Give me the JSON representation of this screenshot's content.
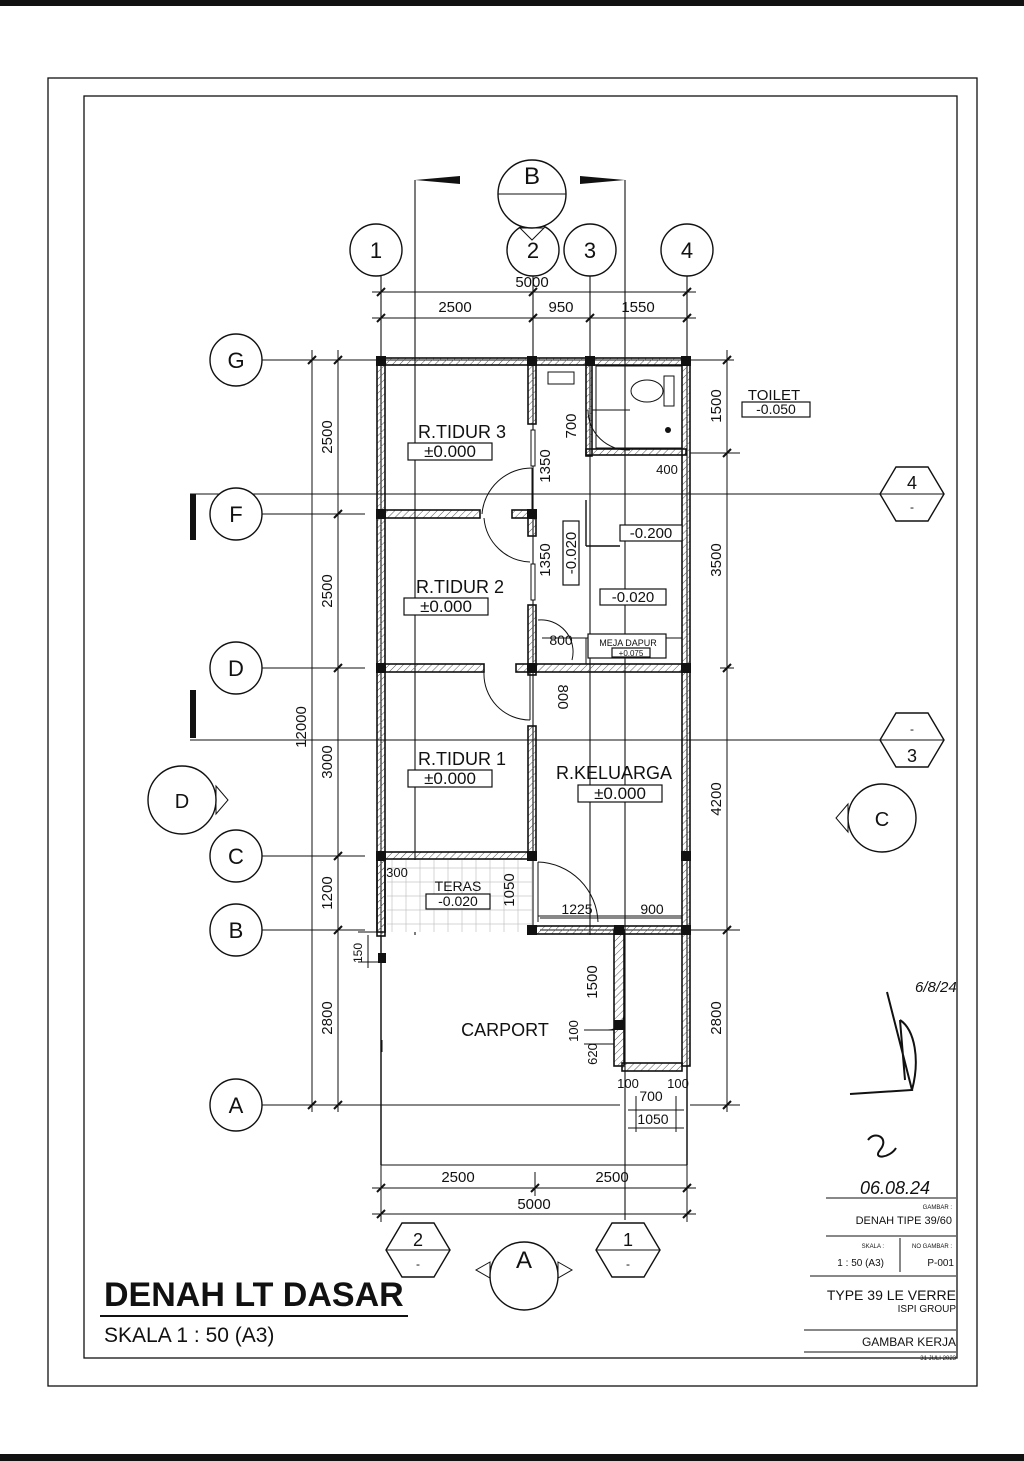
{
  "sheet": {
    "title": "DENAH LT DASAR",
    "scale": "SKALA  1 : 50 (A3)"
  },
  "grid": {
    "cols": [
      "1",
      "2",
      "3",
      "4"
    ],
    "rows": [
      "G",
      "F",
      "D",
      "C",
      "B",
      "A"
    ],
    "section_top": "B",
    "section_bottom": "A",
    "section_left": "D",
    "section_right": "C",
    "hex_right_upper": "4",
    "hex_right_lower": "3",
    "hex_bottom_left": "2",
    "hex_bottom_right": "1",
    "hex_dash": "-"
  },
  "dims": {
    "top_total": "5000",
    "top_a": "2500",
    "top_b": "950",
    "top_c": "1550",
    "left_total": "12000",
    "left_1": "2500",
    "left_2": "2500",
    "left_3": "3000",
    "left_4": "1200",
    "left_5": "2800",
    "right_1": "1500",
    "right_2": "3500",
    "right_3": "4200",
    "right_4": "2800",
    "bottom_a": "2500",
    "bottom_b": "2500",
    "bottom_total": "5000",
    "d_700": "700",
    "d_1350a": "1350",
    "d_1350b": "1350",
    "d_400": "400",
    "d_800a": "800",
    "d_800b": "800",
    "d_300": "300",
    "d_1050a": "1050",
    "d_1225": "1225",
    "d_900": "900",
    "d_1500": "1500",
    "d_100a": "100",
    "d_620": "620",
    "d_100b": "100",
    "d_700b": "700",
    "d_100c": "100",
    "d_1050b": "1050",
    "d_150": "150"
  },
  "rooms": {
    "tidur3": {
      "name": "R.TIDUR 3",
      "level": "±0.000"
    },
    "tidur2": {
      "name": "R.TIDUR 2",
      "level": "±0.000"
    },
    "tidur1": {
      "name": "R.TIDUR 1",
      "level": "±0.000"
    },
    "keluarga": {
      "name": "R.KELUARGA",
      "level": "±0.000"
    },
    "toilet": {
      "name": "TOILET",
      "level": "-0.050"
    },
    "teras": {
      "name": "TERAS",
      "level": "-0.020"
    },
    "carport": {
      "name": "CARPORT"
    },
    "dapur": {
      "name": "MEJA DAPUR",
      "level": "+0.075"
    },
    "lvl_a": "-0.200",
    "lvl_b": "-0.020",
    "lvl_c": "-0.020"
  },
  "signature": {
    "date1": "6/8/24",
    "date2": "06.08.24"
  },
  "title_block": {
    "gambar_label": "GAMBAR :",
    "gambar": "DENAH TIPE 39/60",
    "skala_label": "SKALA :",
    "skala": "1 : 50 (A3)",
    "no_label": "NO GAMBAR :",
    "no": "P-001",
    "project": "TYPE 39 LE VERRE",
    "company": "ISPI GROUP",
    "status": "GAMBAR KERJA",
    "date": "31 JULI 2023"
  }
}
